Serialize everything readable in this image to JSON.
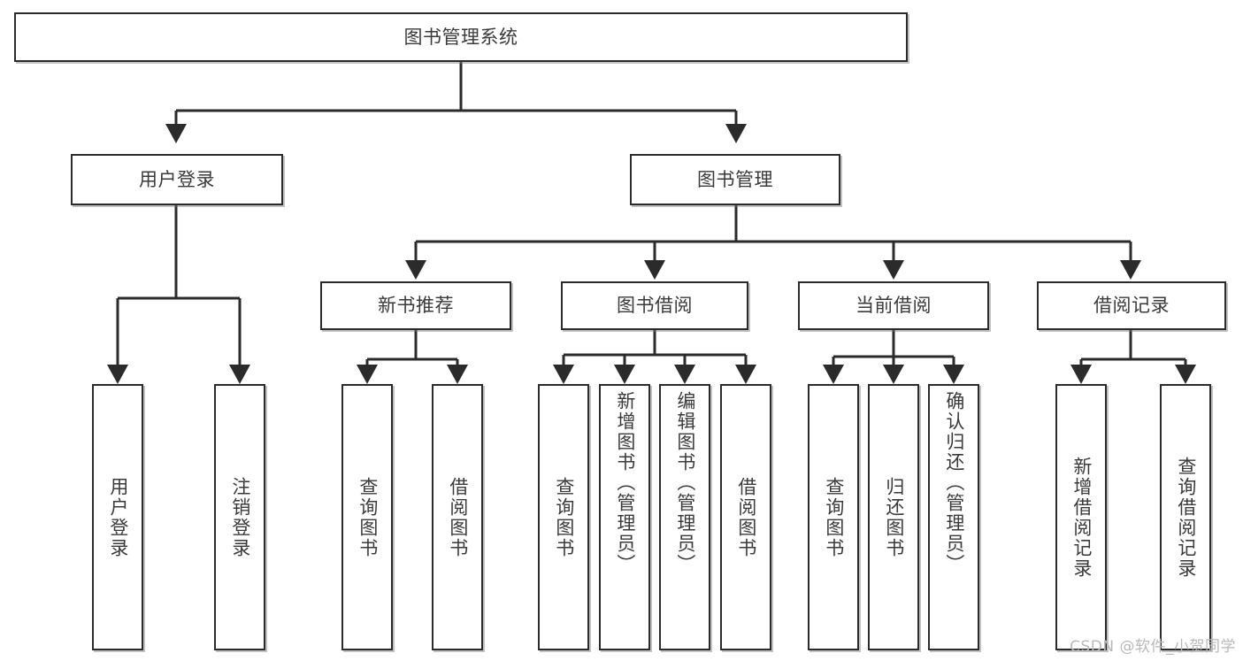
{
  "diagram": {
    "title": "图书管理系统",
    "type": "tree",
    "root": {
      "id": "root",
      "label": "图书管理系统"
    },
    "level2": [
      {
        "id": "user-login",
        "label": "用户登录"
      },
      {
        "id": "book-manage",
        "label": "图书管理"
      }
    ],
    "level3": [
      {
        "id": "new-book-recommend",
        "label": "新书推荐",
        "parent": "book-manage"
      },
      {
        "id": "book-borrow",
        "label": "图书借阅",
        "parent": "book-manage"
      },
      {
        "id": "current-borrow",
        "label": "当前借阅",
        "parent": "book-manage"
      },
      {
        "id": "borrow-record",
        "label": "借阅记录",
        "parent": "book-manage"
      }
    ],
    "leaves": [
      {
        "id": "leaf-user-login",
        "label": "用户登录",
        "parent": "user-login"
      },
      {
        "id": "leaf-logout-login",
        "label": "注销登录",
        "parent": "user-login"
      },
      {
        "id": "leaf-query-book-1",
        "label": "查询图书",
        "parent": "new-book-recommend"
      },
      {
        "id": "leaf-borrow-book-1",
        "label": "借阅图书",
        "parent": "new-book-recommend"
      },
      {
        "id": "leaf-query-book-2",
        "label": "查询图书",
        "parent": "book-borrow"
      },
      {
        "id": "leaf-add-book",
        "label": "新增图书（管理员）",
        "parent": "book-borrow"
      },
      {
        "id": "leaf-edit-book",
        "label": "编辑图书（管理员）",
        "parent": "book-borrow"
      },
      {
        "id": "leaf-borrow-book-2",
        "label": "借阅图书",
        "parent": "book-borrow"
      },
      {
        "id": "leaf-query-book-3",
        "label": "查询图书",
        "parent": "current-borrow"
      },
      {
        "id": "leaf-return-book",
        "label": "归还图书",
        "parent": "current-borrow"
      },
      {
        "id": "leaf-confirm-return",
        "label": "确认归还（管理员）",
        "parent": "current-borrow"
      },
      {
        "id": "leaf-add-record",
        "label": "新增借阅记录",
        "parent": "borrow-record"
      },
      {
        "id": "leaf-query-record",
        "label": "查询借阅记录",
        "parent": "borrow-record"
      }
    ],
    "colors": {
      "stroke": "#2b2b2b",
      "text": "#3a3a3a",
      "background": "#ffffff",
      "watermark": "#b9b9b9"
    }
  },
  "watermark": {
    "text": "CSDN @软件_小贺同学"
  }
}
